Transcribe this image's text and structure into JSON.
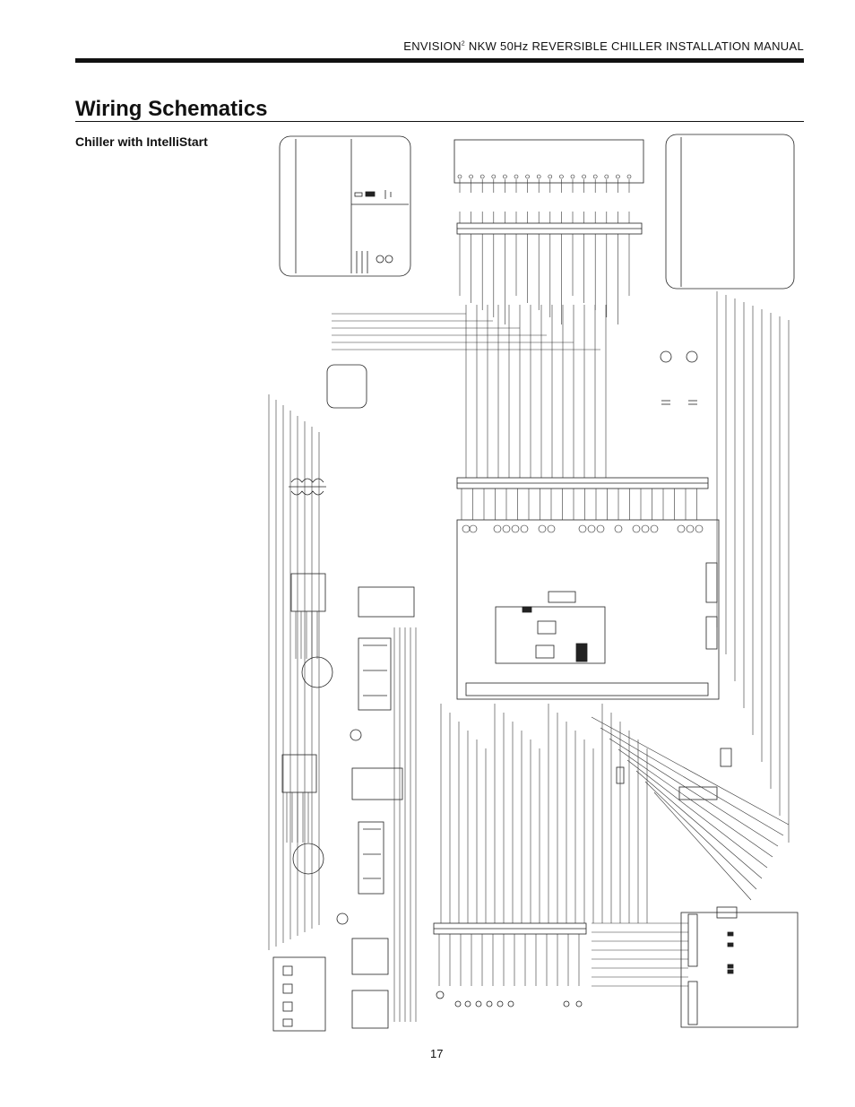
{
  "header": {
    "manual_brand": "ENVISION",
    "manual_brand_sup": "2",
    "manual_rest": " NKW 50Hz REVERSIBLE CHILLER INSTALLATION MANUAL"
  },
  "title": "Wiring Schematics",
  "subtitle": "Chiller with IntelliStart",
  "page_number": "17"
}
